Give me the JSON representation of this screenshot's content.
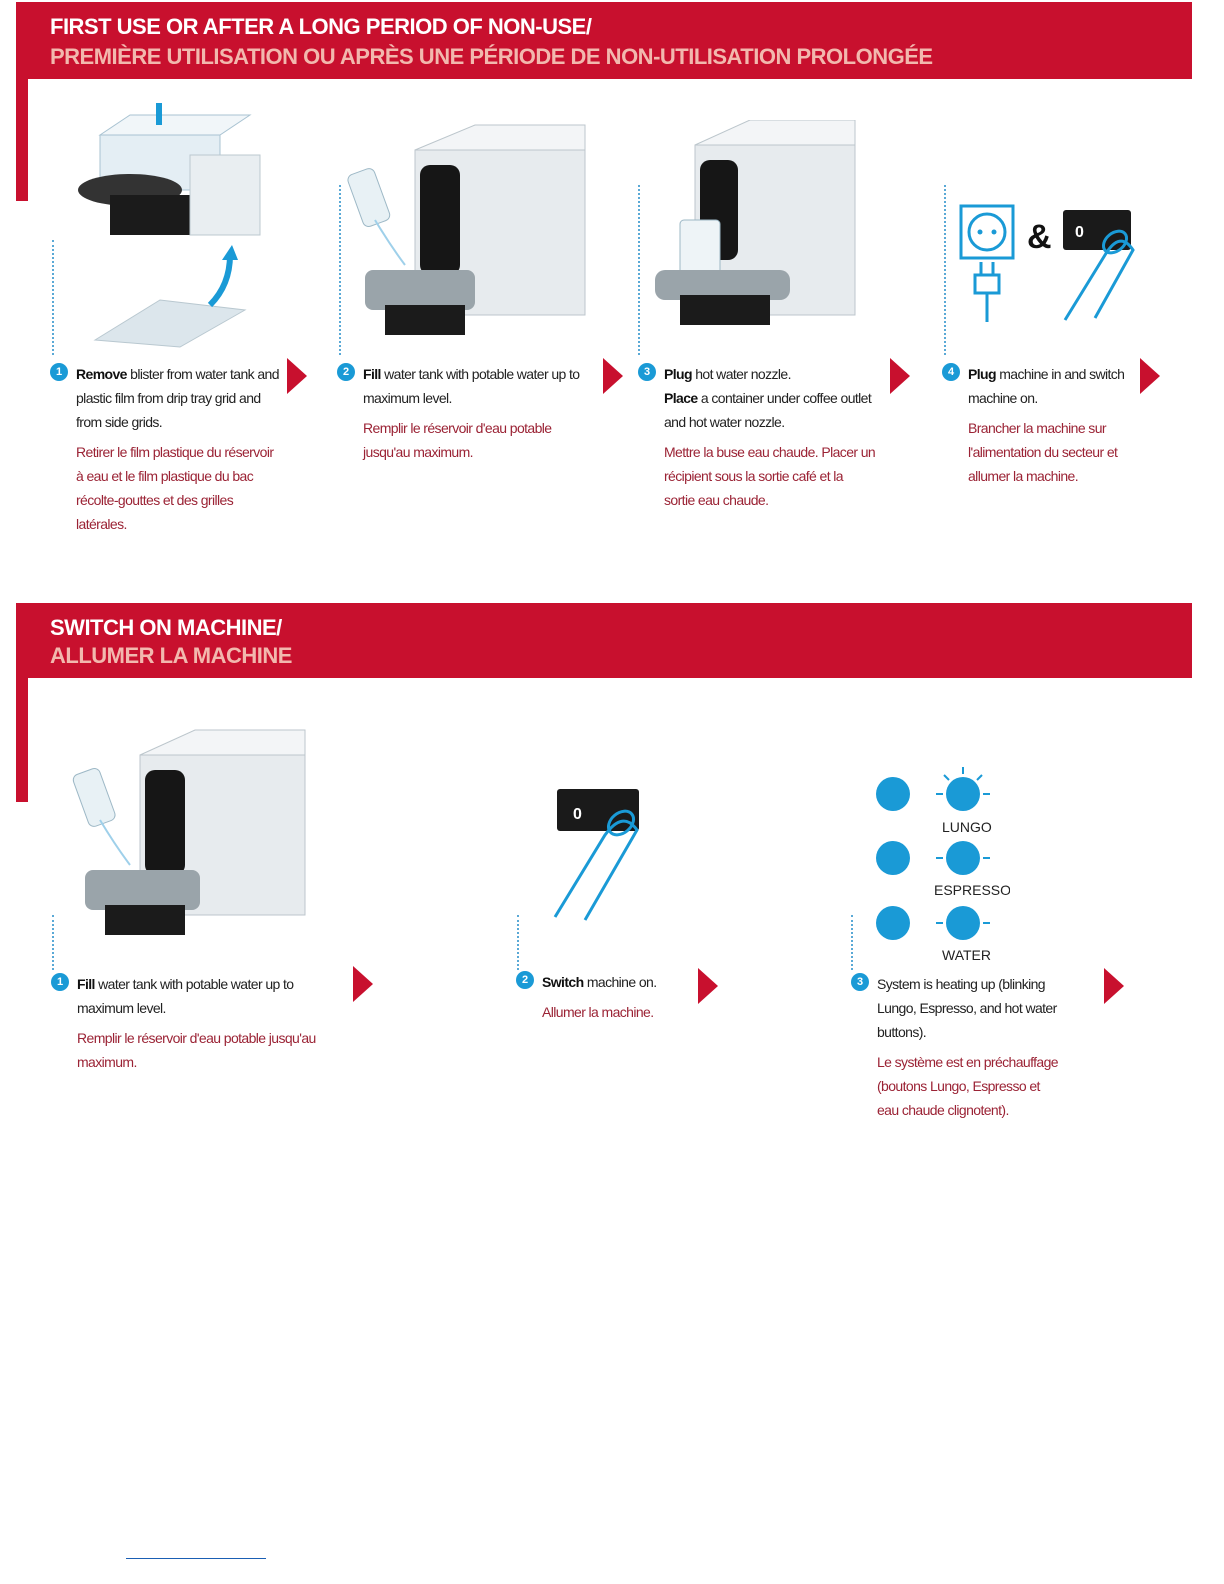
{
  "section1": {
    "title_en": "FIRST USE OR AFTER A LONG PERIOD OF NON-USE/",
    "title_fr": "PREMIÈRE UTILISATION OU APRÈS UNE PÉRIODE DE NON-UTILISATION PROLONGÉE",
    "steps": [
      {
        "num": "1",
        "en_bold": "Remove",
        "en_rest": " blister from water tank and plastic film from drip tray grid and from side grids.",
        "fr": "Retirer le film plastique du réservoir à eau et le film plastique du bac récolte-gouttes et des grilles latérales."
      },
      {
        "num": "2",
        "en_bold": "Fill",
        "en_rest": " water tank with potable water up to maximum level.",
        "fr": "Remplir le réservoir d'eau potable jusqu'au maximum."
      },
      {
        "num": "3",
        "en_bold": "Plug",
        "en_rest": " hot water nozzle.",
        "en_bold2": "Place",
        "en_rest2": " a container under coffee outlet and hot water nozzle.",
        "fr": "Mettre la buse eau chaude. Placer un récipient sous la sortie café et la sortie eau chaude."
      },
      {
        "num": "4",
        "en_bold": "Plug",
        "en_rest": " machine in and switch machine on.",
        "fr": "Brancher la machine sur l'alimentation du secteur et allumer la machine."
      }
    ]
  },
  "section2": {
    "title_en": "SWITCH ON MACHINE/",
    "title_fr": "ALLUMER LA MACHINE",
    "steps": [
      {
        "num": "1",
        "en_bold": "Fill",
        "en_rest": " water tank with potable water up to maximum level.",
        "fr": "Remplir le réservoir d'eau potable jusqu'au maximum."
      },
      {
        "num": "2",
        "en_bold": "Switch",
        "en_rest": " machine on.",
        "fr": "Allumer la machine."
      },
      {
        "num": "3",
        "en_bold": "",
        "en_rest": "System is heating up (blinking Lungo, Espresso, and hot water buttons).",
        "fr": "Le système est en préchauffage (boutons Lungo, Espresso et eau chaude clignotent)."
      }
    ],
    "button_labels": {
      "lungo": "LUNGO",
      "espresso": "ESPRESSO",
      "water": "WATER"
    }
  },
  "ampersand": "&",
  "switch_label": "0",
  "colors": {
    "brand_red": "#c8102e",
    "accent_blue": "#1a9ad6",
    "french_text": "#9b2335"
  }
}
